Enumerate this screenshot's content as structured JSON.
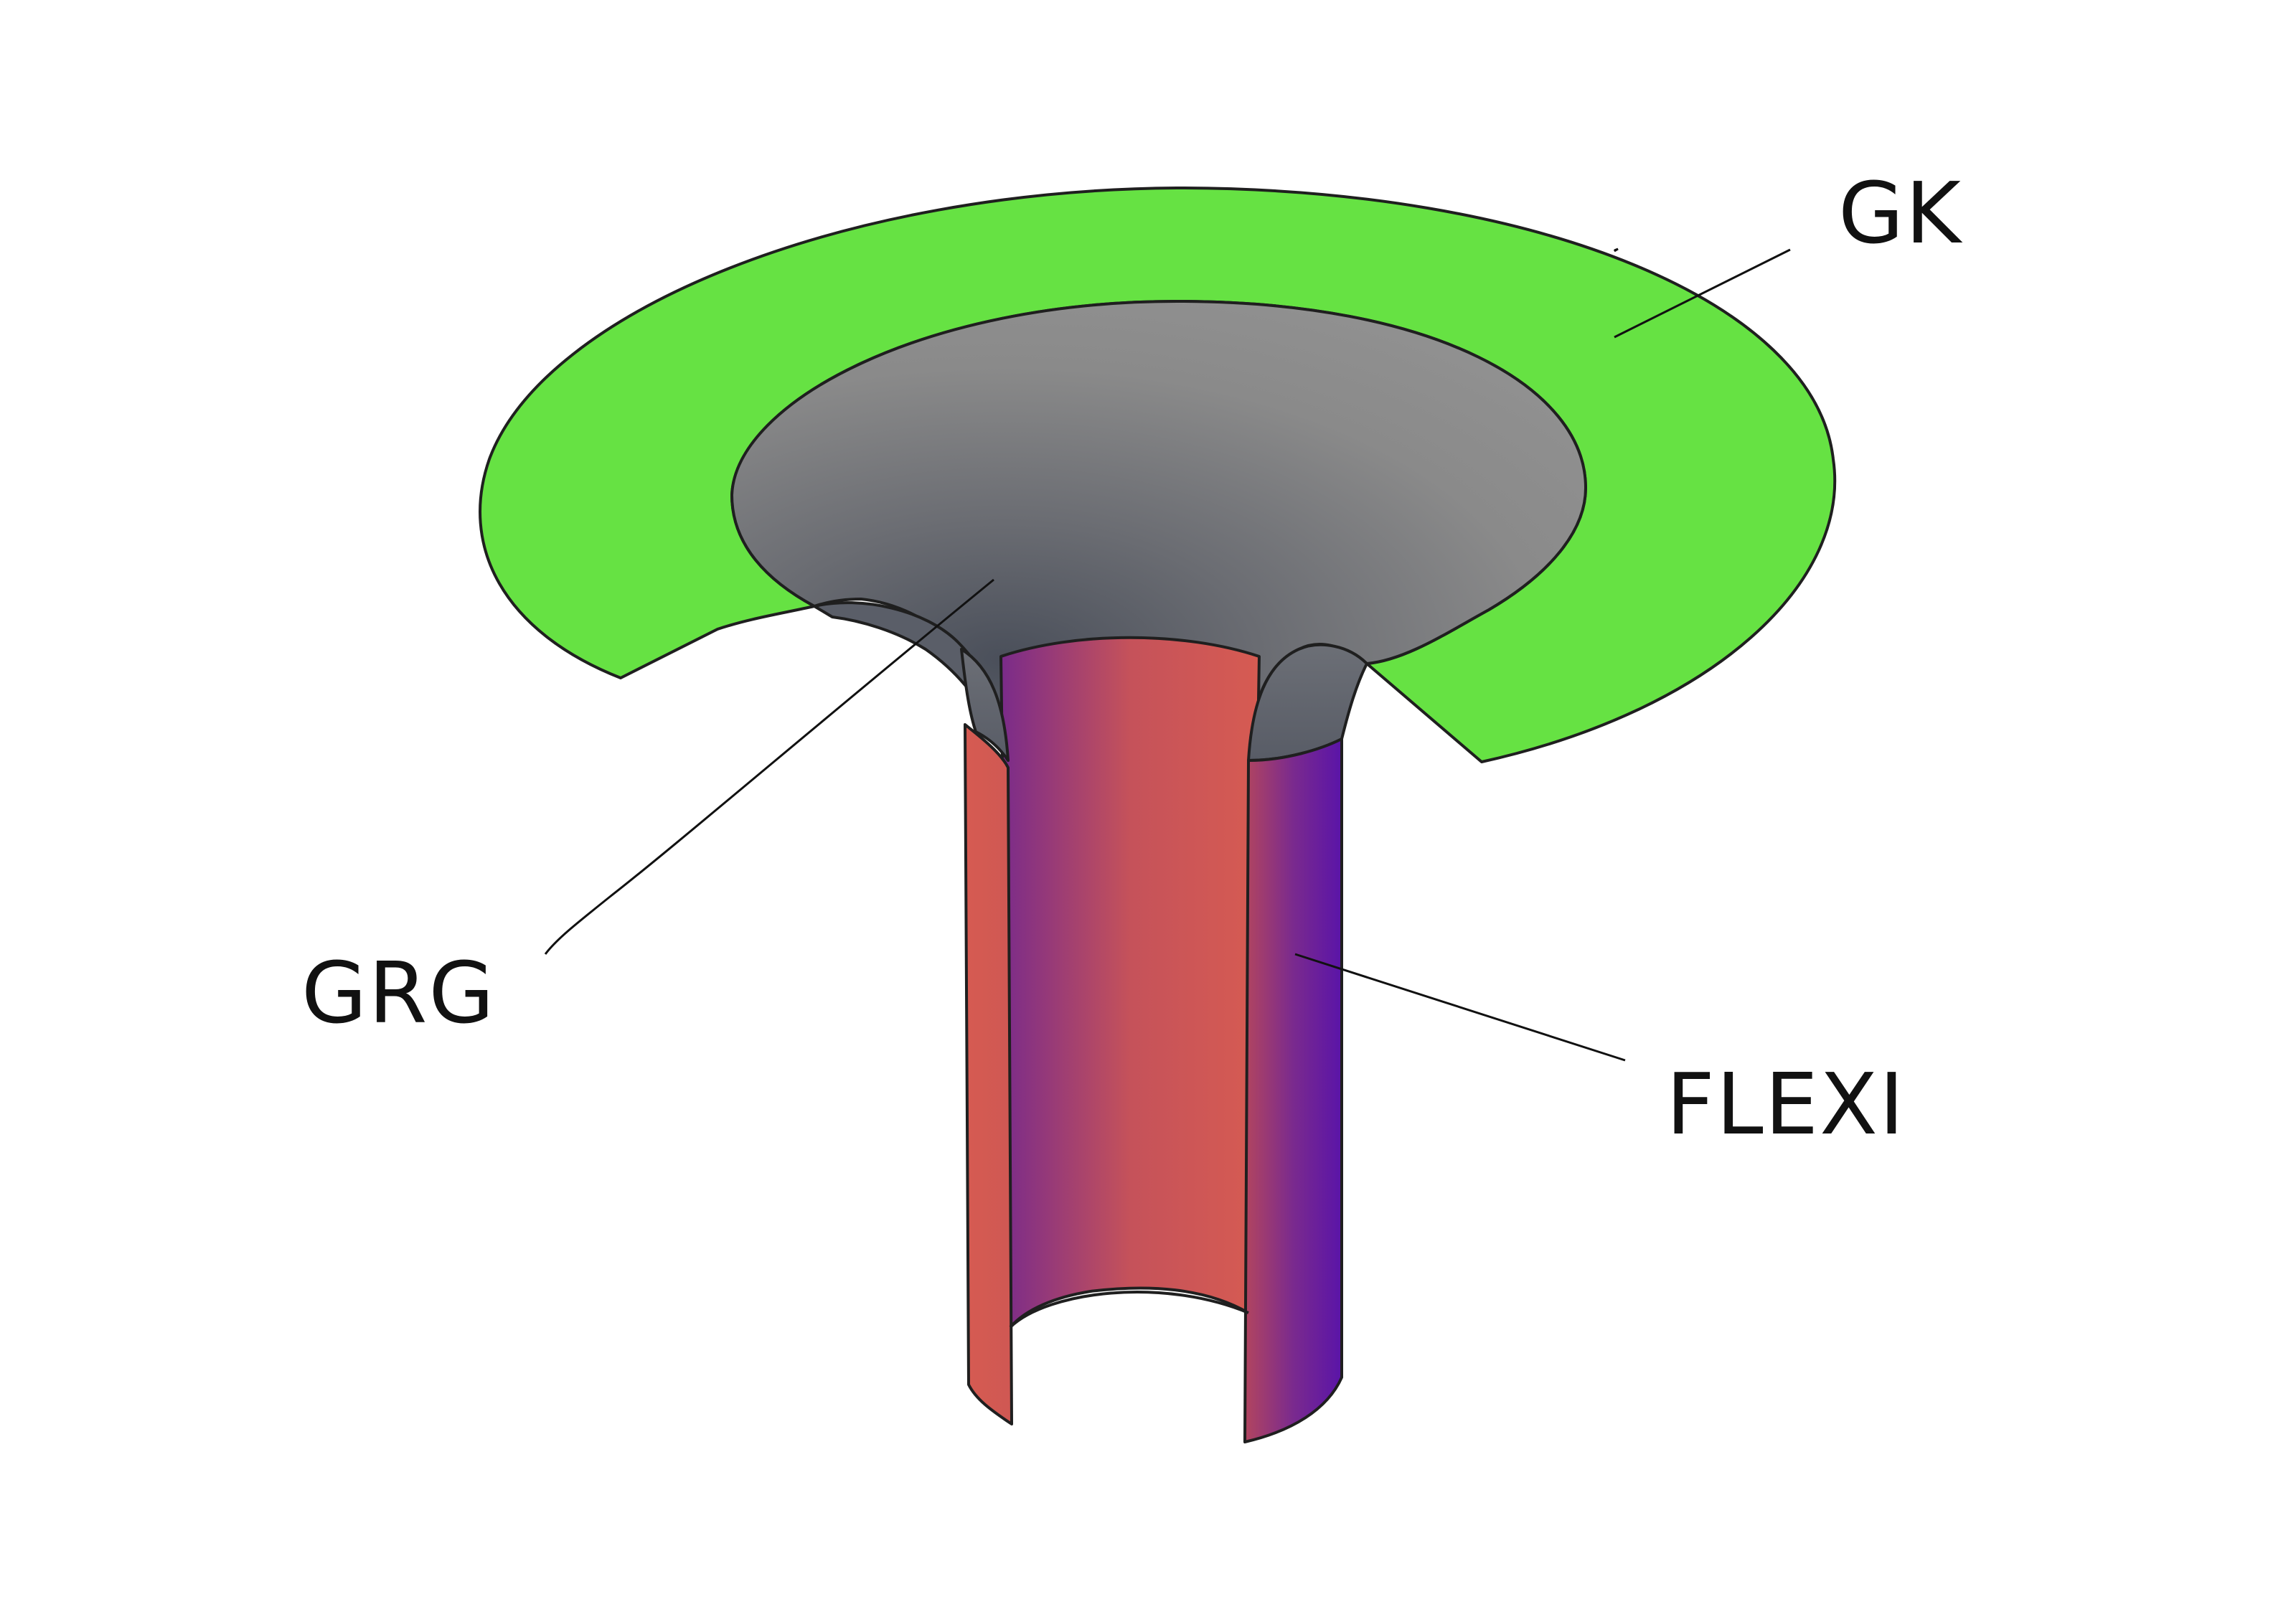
{
  "labels": {
    "gk": "GK",
    "grg": "GRG",
    "flexi": "FLEXI"
  },
  "colors": {
    "gk_flange": "#66e243",
    "grg_surface_light": "#8c8c8c",
    "grg_surface_dark": "#4f535d",
    "flexi_red": "#d65b52",
    "flexi_purple": "#5512a6",
    "leader_line": "#111111"
  }
}
